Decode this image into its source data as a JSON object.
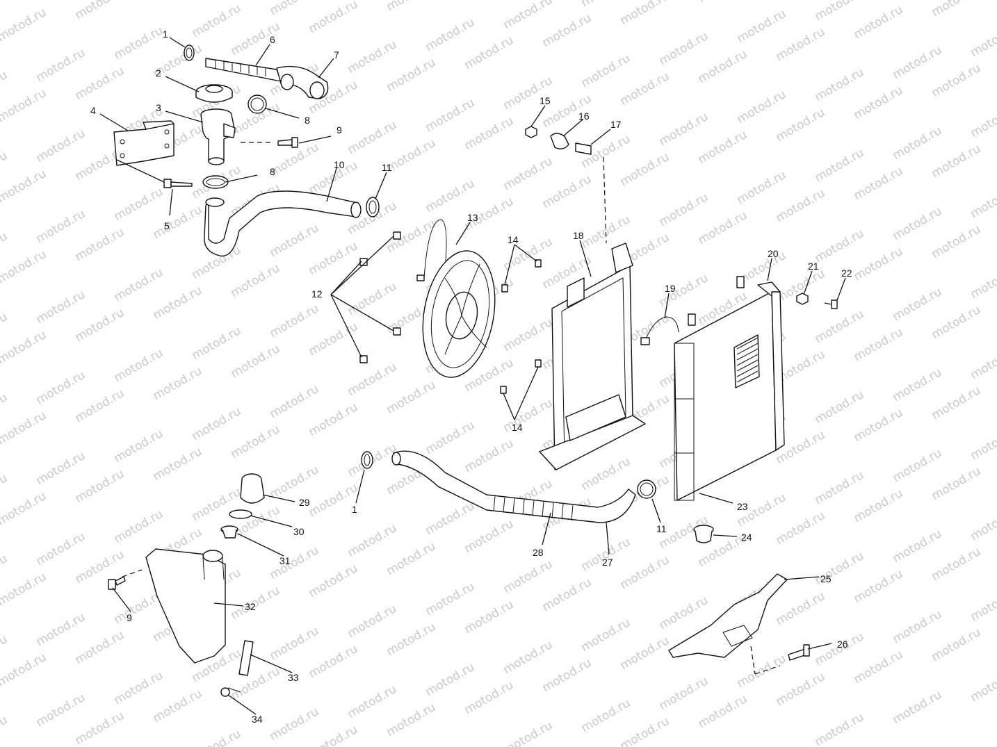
{
  "watermark": {
    "text": "motod.ru"
  },
  "callouts": [
    "1",
    "2",
    "3",
    "4",
    "5",
    "6",
    "7",
    "8",
    "9",
    "8",
    "10",
    "11",
    "12",
    "13",
    "14",
    "15",
    "16",
    "17",
    "18",
    "19",
    "20",
    "21",
    "22",
    "14",
    "1",
    "11",
    "23",
    "24",
    "25",
    "26",
    "27",
    "28",
    "29",
    "30",
    "31",
    "9",
    "32",
    "33",
    "34"
  ]
}
